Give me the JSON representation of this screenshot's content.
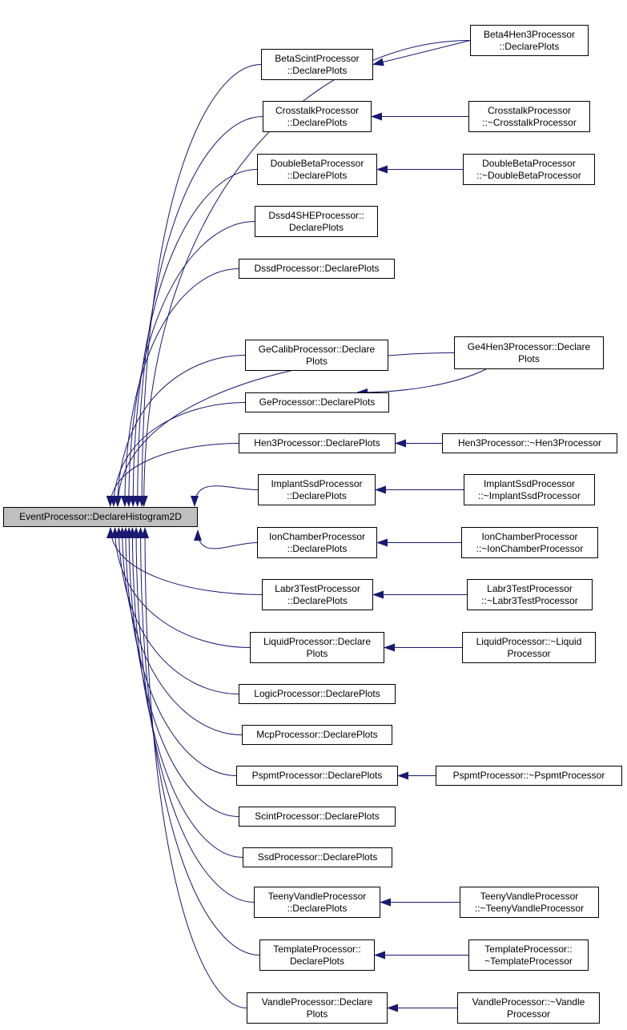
{
  "colors": {
    "edge": "#191970",
    "root_fill": "#bfbfbf",
    "node_fill": "#ffffff",
    "border": "#000000"
  },
  "root": {
    "id": "root",
    "lines": [
      "EventProcessor::DeclareHistogram2D"
    ]
  },
  "nodes": [
    {
      "id": "betascint",
      "lines": [
        "BetaScintProcessor",
        "::DeclarePlots"
      ]
    },
    {
      "id": "crosstalk",
      "lines": [
        "CrosstalkProcessor",
        "::DeclarePlots"
      ]
    },
    {
      "id": "doublebeta",
      "lines": [
        "DoubleBetaProcessor",
        "::DeclarePlots"
      ]
    },
    {
      "id": "dssd4she",
      "lines": [
        "Dssd4SHEProcessor::",
        "DeclarePlots"
      ]
    },
    {
      "id": "dssd",
      "lines": [
        "DssdProcessor::DeclarePlots"
      ]
    },
    {
      "id": "gecalib",
      "lines": [
        "GeCalibProcessor::Declare",
        "Plots"
      ]
    },
    {
      "id": "ge",
      "lines": [
        "GeProcessor::DeclarePlots"
      ]
    },
    {
      "id": "hen3",
      "lines": [
        "Hen3Processor::DeclarePlots"
      ]
    },
    {
      "id": "implantssd",
      "lines": [
        "ImplantSsdProcessor",
        "::DeclarePlots"
      ]
    },
    {
      "id": "ionchamber",
      "lines": [
        "IonChamberProcessor",
        "::DeclarePlots"
      ]
    },
    {
      "id": "labr3test",
      "lines": [
        "Labr3TestProcessor",
        "::DeclarePlots"
      ]
    },
    {
      "id": "liquid",
      "lines": [
        "LiquidProcessor::Declare",
        "Plots"
      ]
    },
    {
      "id": "logic",
      "lines": [
        "LogicProcessor::DeclarePlots"
      ]
    },
    {
      "id": "mcp",
      "lines": [
        "McpProcessor::DeclarePlots"
      ]
    },
    {
      "id": "pspmt",
      "lines": [
        "PspmtProcessor::DeclarePlots"
      ]
    },
    {
      "id": "scint",
      "lines": [
        "ScintProcessor::DeclarePlots"
      ]
    },
    {
      "id": "ssd",
      "lines": [
        "SsdProcessor::DeclarePlots"
      ]
    },
    {
      "id": "teenyvandle",
      "lines": [
        "TeenyVandleProcessor",
        "::DeclarePlots"
      ]
    },
    {
      "id": "template",
      "lines": [
        "TemplateProcessor::",
        "DeclarePlots"
      ]
    },
    {
      "id": "vandle",
      "lines": [
        "VandleProcessor::Declare",
        "Plots"
      ]
    },
    {
      "id": "beta4hen3",
      "lines": [
        "Beta4Hen3Processor",
        "::DeclarePlots"
      ]
    },
    {
      "id": "crosstalk_dtor",
      "lines": [
        "CrosstalkProcessor",
        "::~CrosstalkProcessor"
      ]
    },
    {
      "id": "doublebeta_dtor",
      "lines": [
        "DoubleBetaProcessor",
        "::~DoubleBetaProcessor"
      ]
    },
    {
      "id": "ge4hen3",
      "lines": [
        "Ge4Hen3Processor::Declare",
        "Plots"
      ]
    },
    {
      "id": "hen3_dtor",
      "lines": [
        "Hen3Processor::~Hen3Processor"
      ]
    },
    {
      "id": "implantssd_dtor",
      "lines": [
        "ImplantSsdProcessor",
        "::~ImplantSsdProcessor"
      ]
    },
    {
      "id": "ionchamber_dtor",
      "lines": [
        "IonChamberProcessor",
        "::~IonChamberProcessor"
      ]
    },
    {
      "id": "labr3test_dtor",
      "lines": [
        "Labr3TestProcessor",
        "::~Labr3TestProcessor"
      ]
    },
    {
      "id": "liquid_dtor",
      "lines": [
        "LiquidProcessor::~Liquid",
        "Processor"
      ]
    },
    {
      "id": "pspmt_dtor",
      "lines": [
        "PspmtProcessor::~PspmtProcessor"
      ]
    },
    {
      "id": "teenyvandle_dtor",
      "lines": [
        "TeenyVandleProcessor",
        "::~TeenyVandleProcessor"
      ]
    },
    {
      "id": "template_dtor",
      "lines": [
        "TemplateProcessor::",
        "~TemplateProcessor"
      ]
    },
    {
      "id": "vandle_dtor",
      "lines": [
        "VandleProcessor::~Vandle",
        "Processor"
      ]
    }
  ],
  "edges": [
    {
      "from": "root",
      "to": "betascint"
    },
    {
      "from": "root",
      "to": "crosstalk"
    },
    {
      "from": "root",
      "to": "doublebeta"
    },
    {
      "from": "root",
      "to": "dssd4she"
    },
    {
      "from": "root",
      "to": "dssd"
    },
    {
      "from": "root",
      "to": "gecalib"
    },
    {
      "from": "root",
      "to": "ge"
    },
    {
      "from": "root",
      "to": "hen3"
    },
    {
      "from": "root",
      "to": "implantssd"
    },
    {
      "from": "root",
      "to": "ionchamber"
    },
    {
      "from": "root",
      "to": "labr3test"
    },
    {
      "from": "root",
      "to": "liquid"
    },
    {
      "from": "root",
      "to": "logic"
    },
    {
      "from": "root",
      "to": "mcp"
    },
    {
      "from": "root",
      "to": "pspmt"
    },
    {
      "from": "root",
      "to": "scint"
    },
    {
      "from": "root",
      "to": "ssd"
    },
    {
      "from": "root",
      "to": "teenyvandle"
    },
    {
      "from": "root",
      "to": "template"
    },
    {
      "from": "root",
      "to": "vandle"
    },
    {
      "from": "root",
      "to": "beta4hen3"
    },
    {
      "from": "root",
      "to": "ge4hen3"
    },
    {
      "from": "betascint",
      "to": "beta4hen3"
    },
    {
      "from": "crosstalk",
      "to": "crosstalk_dtor"
    },
    {
      "from": "doublebeta",
      "to": "doublebeta_dtor"
    },
    {
      "from": "ge",
      "to": "ge4hen3"
    },
    {
      "from": "hen3",
      "to": "hen3_dtor"
    },
    {
      "from": "implantssd",
      "to": "implantssd_dtor"
    },
    {
      "from": "ionchamber",
      "to": "ionchamber_dtor"
    },
    {
      "from": "labr3test",
      "to": "labr3test_dtor"
    },
    {
      "from": "liquid",
      "to": "liquid_dtor"
    },
    {
      "from": "pspmt",
      "to": "pspmt_dtor"
    },
    {
      "from": "teenyvandle",
      "to": "teenyvandle_dtor"
    },
    {
      "from": "template",
      "to": "template_dtor"
    },
    {
      "from": "vandle",
      "to": "vandle_dtor"
    }
  ]
}
